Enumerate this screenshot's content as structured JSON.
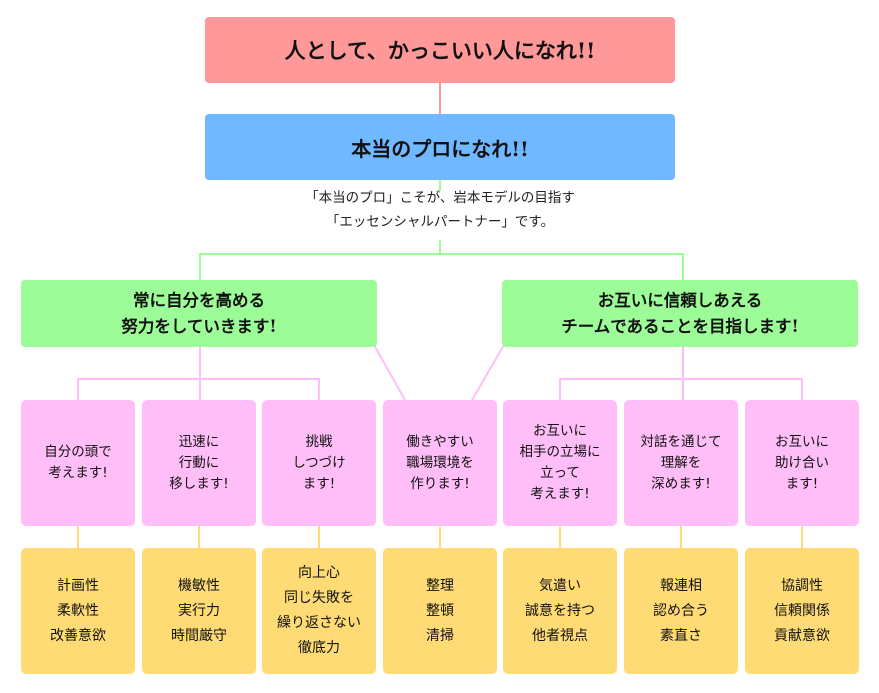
{
  "colors": {
    "top": "#ff9898",
    "pro": "#70b8ff",
    "green": "#9cfd98",
    "pink": "#ffbef8",
    "yellow": "#ffdb76",
    "line_red": "#ff9898",
    "line_green": "#9cfd98",
    "line_pink": "#ffbef8",
    "line_yellow": "#ffdb76"
  },
  "top": {
    "label": "人として、かっこいい人になれ!!"
  },
  "pro": {
    "label": "本当のプロになれ!!"
  },
  "caption": {
    "lines": [
      "「本当のプロ」こそが、岩本モデルの目指す",
      "「エッセンシャルパートナー」です。"
    ]
  },
  "branches": [
    {
      "lines": [
        "常に自分を高める",
        "努力をしていきます!"
      ]
    },
    {
      "lines": [
        "お互いに信頼しあえる",
        "チームであることを目指します!"
      ]
    }
  ],
  "columns": [
    {
      "action": [
        "自分の頭で",
        "考えます!"
      ],
      "traits": [
        "計画性",
        "柔軟性",
        "改善意欲"
      ]
    },
    {
      "action": [
        "迅速に",
        "行動に",
        "移します!"
      ],
      "traits": [
        "機敏性",
        "実行力",
        "時間厳守"
      ]
    },
    {
      "action": [
        "挑戦",
        "しつづけ",
        "ます!"
      ],
      "traits": [
        "向上心",
        "同じ失敗を",
        "繰り返さない",
        "徹底力"
      ]
    },
    {
      "action": [
        "働きやすい",
        "職場環境を",
        "作ります!"
      ],
      "traits": [
        "整理",
        "整頓",
        "清掃"
      ]
    },
    {
      "action": [
        "お互いに",
        "相手の立場に",
        "立って",
        "考えます!"
      ],
      "traits": [
        "気遣い",
        "誠意を持つ",
        "他者視点"
      ]
    },
    {
      "action": [
        "対話を通じて",
        "理解を",
        "深めます!"
      ],
      "traits": [
        "報連相",
        "認め合う",
        "素直さ"
      ]
    },
    {
      "action": [
        "お互いに",
        "助け合い",
        "ます!"
      ],
      "traits": [
        "協調性",
        "信頼関係",
        "貢献意欲"
      ]
    }
  ]
}
